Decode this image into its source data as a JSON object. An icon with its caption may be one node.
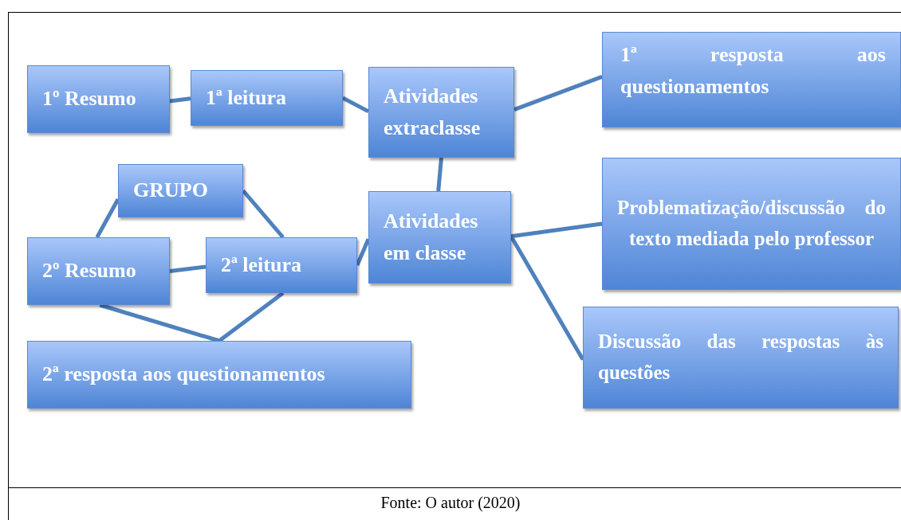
{
  "diagram": {
    "caption": "Fonte: O autor (2020)",
    "nodes": [
      {
        "text": [
          "1º Resumo"
        ]
      },
      {
        "text": [
          "1ª leitura"
        ]
      },
      {
        "text": [
          "Atividades extraclasse"
        ]
      },
      {
        "text": [
          "1ª resposta aos questionamentos"
        ]
      },
      {
        "text": [
          "GRUPO"
        ]
      },
      {
        "text": [
          "Atividades em classe"
        ]
      },
      {
        "text": [
          "Problematização/discussão do texto mediada pelo professor"
        ]
      },
      {
        "text": [
          "2º Resumo"
        ]
      },
      {
        "text": [
          "2ª leitura"
        ]
      },
      {
        "text": [
          "Discussão das respostas às questões"
        ]
      },
      {
        "text": [
          "2ª resposta aos questionamentos"
        ]
      }
    ],
    "edges": [
      {
        "from": 0,
        "to": 1,
        "arrow": "none"
      },
      {
        "from": 1,
        "to": 2,
        "arrow": "none"
      },
      {
        "from": 2,
        "to": 3,
        "arrow": "none"
      },
      {
        "from": 2,
        "to": 5,
        "arrow": "none"
      },
      {
        "from": 5,
        "to": 8,
        "arrow": "none"
      },
      {
        "from": 5,
        "to": 6,
        "arrow": "none"
      },
      {
        "from": 5,
        "to": 9,
        "arrow": "none"
      },
      {
        "from": 7,
        "to": 8,
        "arrow": "none"
      },
      {
        "from": 7,
        "to": 4,
        "arrow": "none"
      },
      {
        "from": 4,
        "to": 8,
        "arrow": "none"
      },
      {
        "from": 7,
        "to": 10,
        "arrow": "none"
      },
      {
        "from": 8,
        "to": 10,
        "arrow": "none"
      }
    ]
  }
}
